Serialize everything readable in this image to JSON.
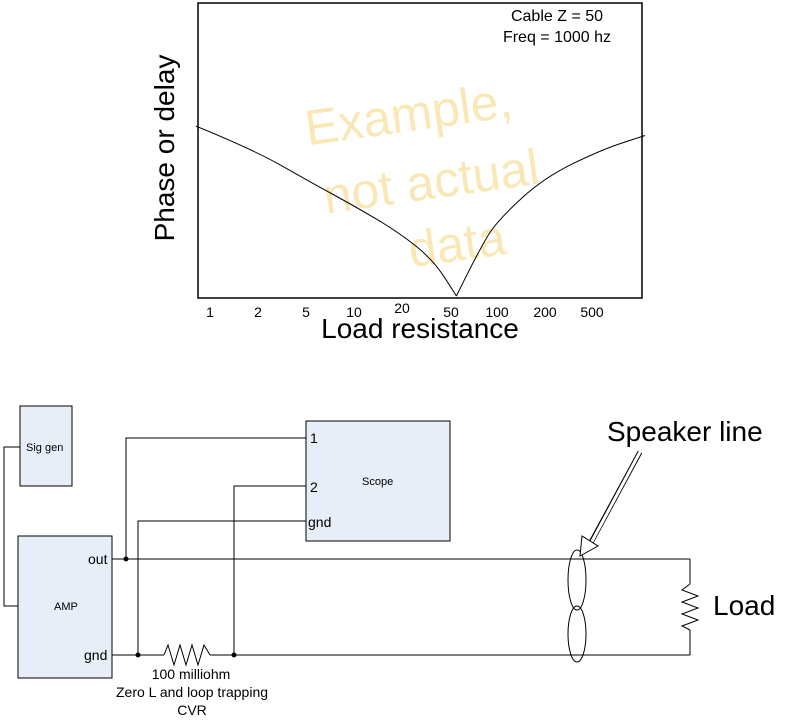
{
  "chart": {
    "annotation_line1": "Cable Z = 50",
    "annotation_line2": "Freq = 1000 hz",
    "ylabel": "Phase or delay",
    "xlabel": "Load resistance",
    "x_ticks": [
      "1",
      "2",
      "5",
      "10",
      "20",
      "50",
      "100",
      "200",
      "500"
    ],
    "watermark_line1": "Example,",
    "watermark_line2": "not actual",
    "watermark_line3": "data",
    "watermark_color": "#f5d77a"
  },
  "chart_data": {
    "type": "line",
    "title": "",
    "xlabel": "Load resistance",
    "ylabel": "Phase or delay",
    "x_scale": "log",
    "x_ticks": [
      1,
      2,
      5,
      10,
      20,
      50,
      100,
      200,
      500
    ],
    "series": [
      {
        "values_x": [
          0.8,
          2,
          5,
          10,
          20,
          35,
          50,
          75,
          100,
          200,
          500,
          1000
        ],
        "values_y": [
          0.72,
          0.62,
          0.48,
          0.38,
          0.27,
          0.15,
          0.0,
          0.22,
          0.33,
          0.5,
          0.62,
          0.68
        ]
      }
    ],
    "grid": false
  },
  "circuit": {
    "sig_gen_label": "Sig gen",
    "amp_label": "AMP",
    "amp_out_label": "out",
    "amp_gnd_label": "gnd",
    "scope_label": "Scope",
    "scope_pin1": "1",
    "scope_pin2": "2",
    "scope_gnd": "gnd",
    "resistor_line1": "100 milliohm",
    "resistor_line2": "Zero L and loop trapping",
    "resistor_line3": "CVR",
    "speaker_line_label": "Speaker line",
    "load_label": "Load",
    "box_fill": "#e8eef7"
  }
}
